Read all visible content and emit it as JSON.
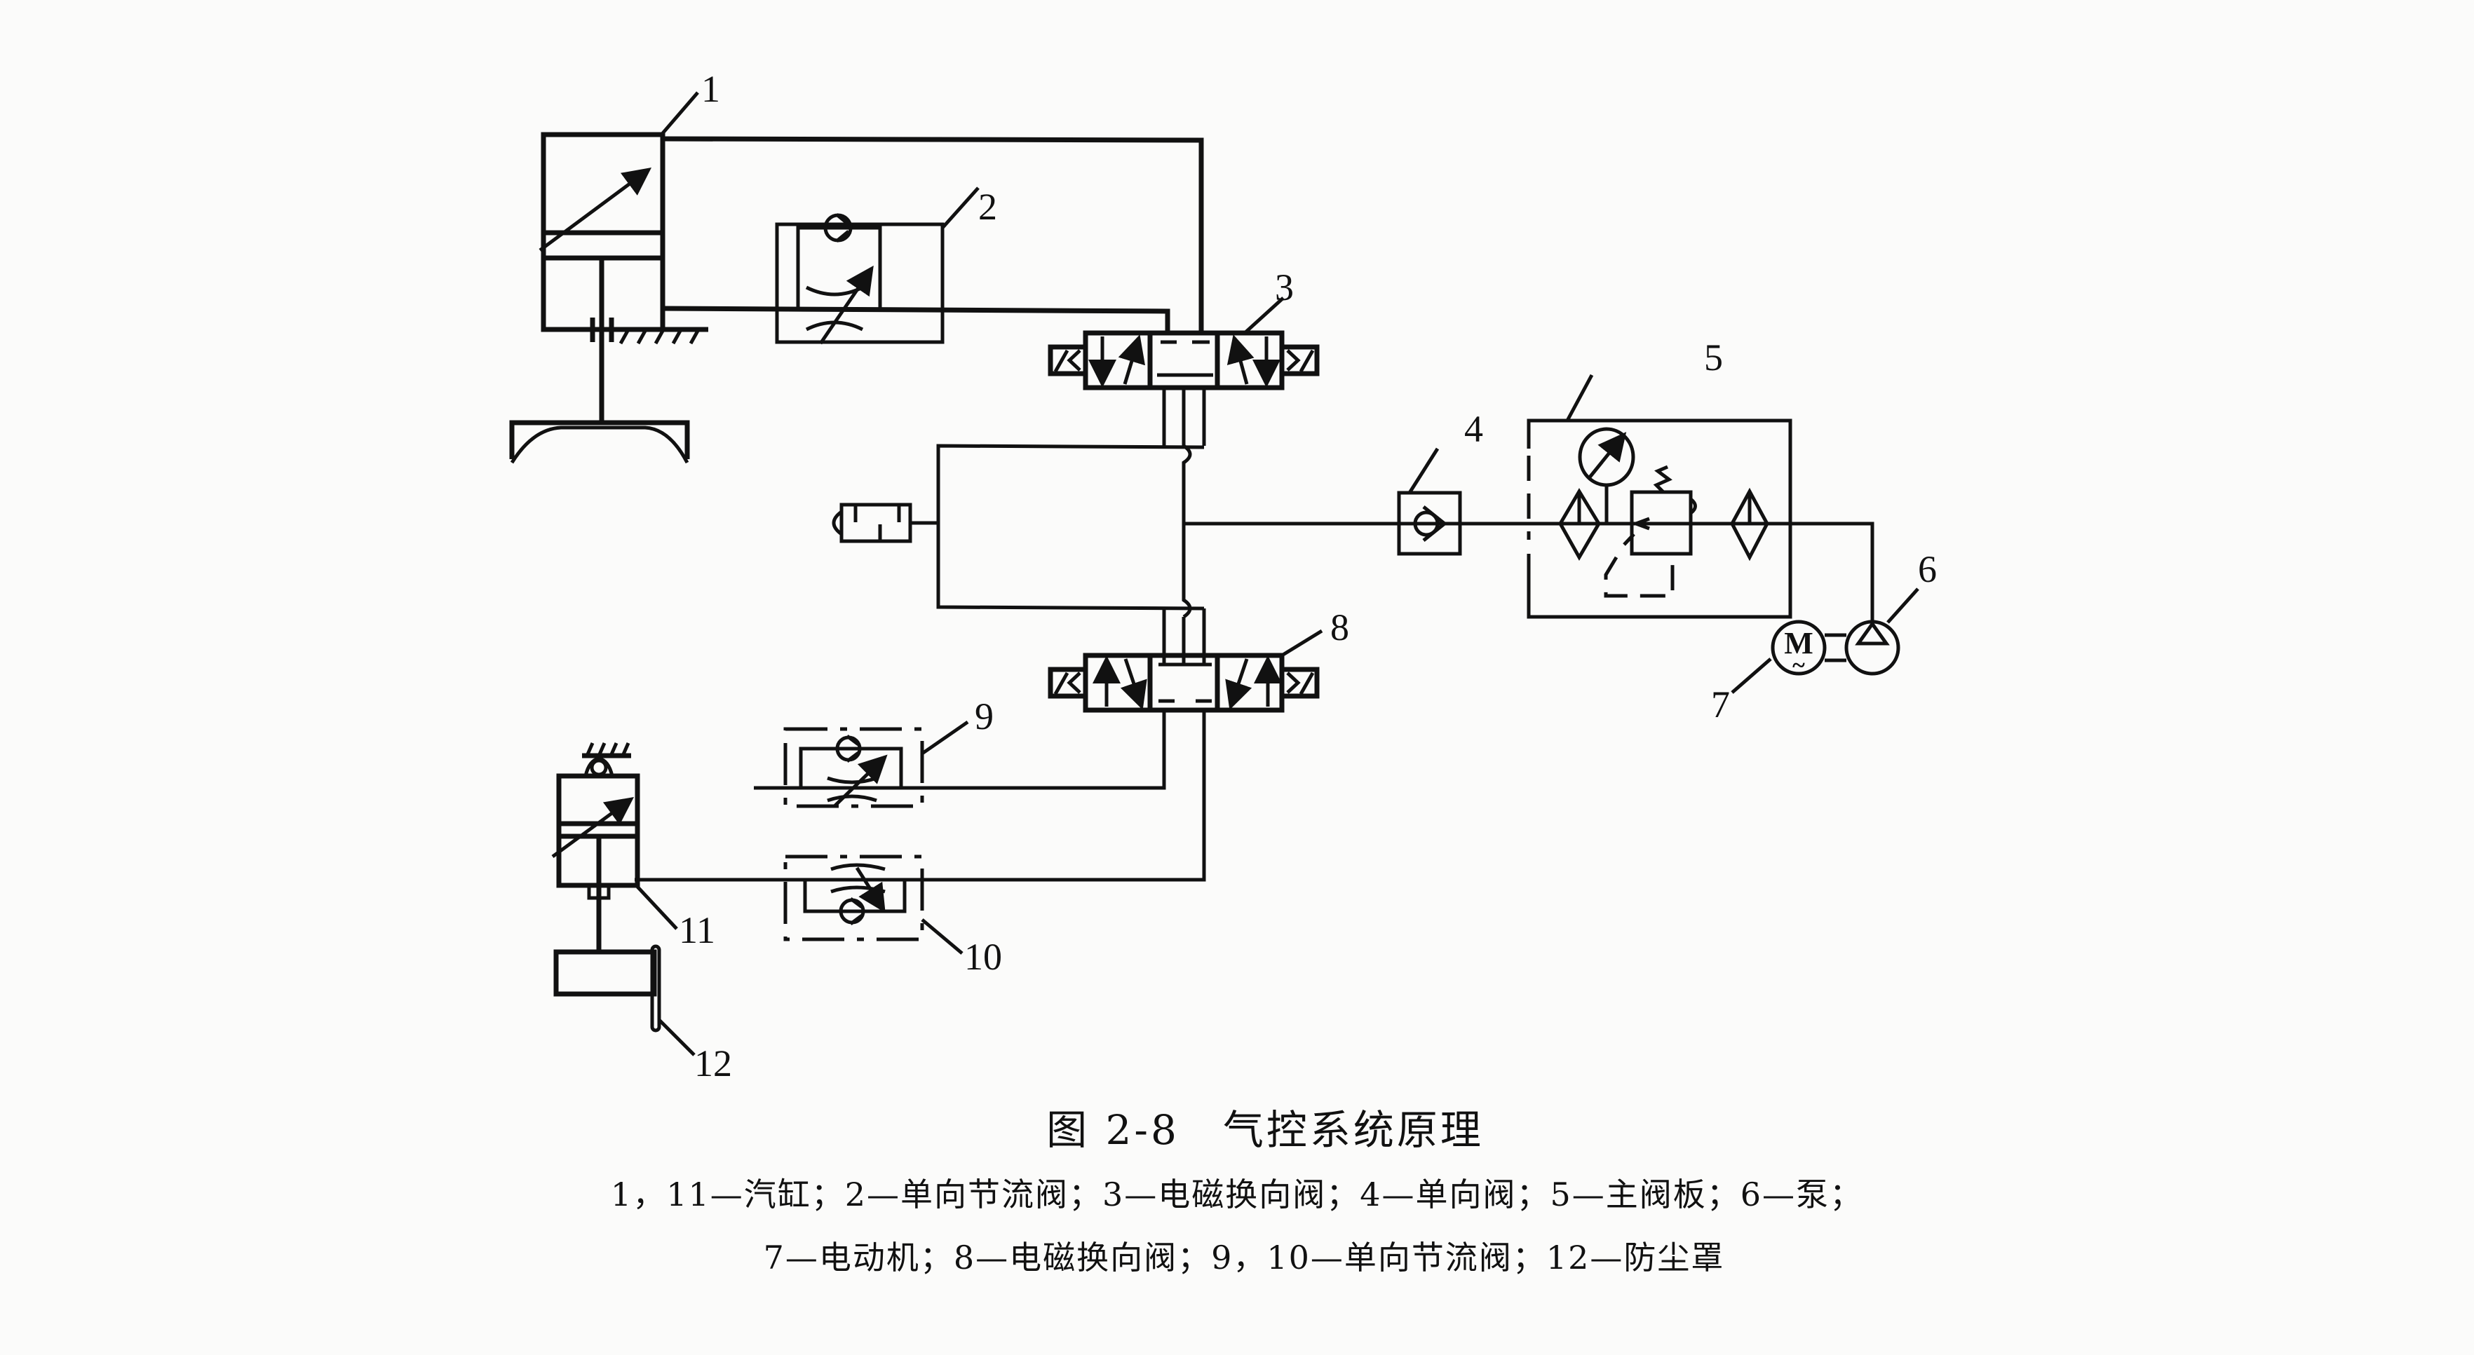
{
  "figure": {
    "title": "图 2-8　气控系统原理",
    "legend_line_1": "1，11—汽缸；2—单向节流阀；3—电磁换向阀；4—单向阀；5—主阀板；6—泵；",
    "legend_line_2": "7—电动机；8—电磁换向阀；9，10—单向节流阀；12—防尘罩"
  },
  "callouts": [
    {
      "id": "1",
      "label": "1",
      "component": "汽缸"
    },
    {
      "id": "2",
      "label": "2",
      "component": "单向节流阀"
    },
    {
      "id": "3",
      "label": "3",
      "component": "电磁换向阀"
    },
    {
      "id": "4",
      "label": "4",
      "component": "单向阀"
    },
    {
      "id": "5",
      "label": "5",
      "component": "主阀板"
    },
    {
      "id": "6",
      "label": "6",
      "component": "泵"
    },
    {
      "id": "7",
      "label": "7",
      "component": "电动机"
    },
    {
      "id": "8",
      "label": "8",
      "component": "电磁换向阀"
    },
    {
      "id": "9",
      "label": "9",
      "component": "单向节流阀"
    },
    {
      "id": "10",
      "label": "10",
      "component": "单向节流阀"
    },
    {
      "id": "11",
      "label": "11",
      "component": "汽缸"
    },
    {
      "id": "12",
      "label": "12",
      "component": "防尘罩"
    }
  ],
  "motor_symbol": {
    "letter": "M",
    "ac": "~"
  }
}
